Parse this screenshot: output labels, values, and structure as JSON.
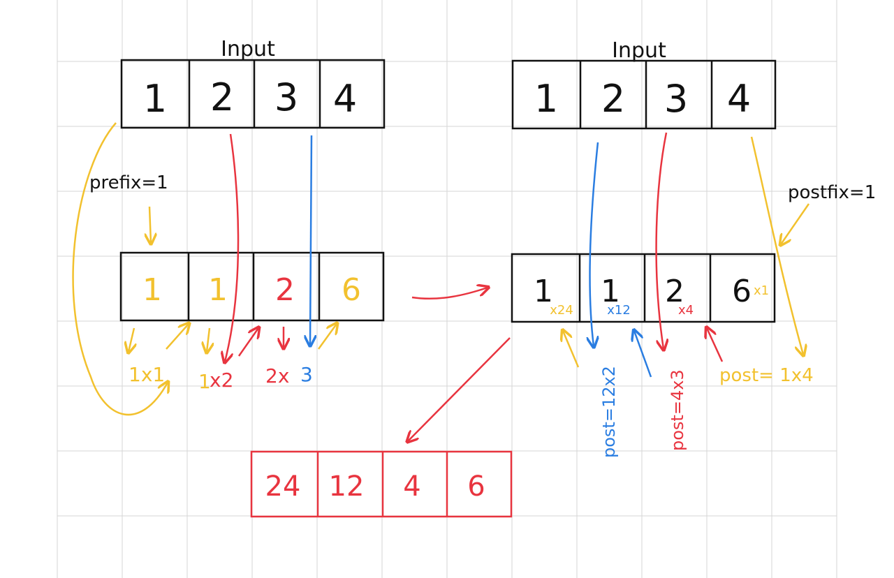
{
  "colors": {
    "ink": "#111111",
    "red": "#e8343f",
    "blue": "#2a7de1",
    "yellow": "#f2c12e",
    "grid": "#d6d6d6"
  },
  "left_input": {
    "label": "Input",
    "cells": [
      "1",
      "2",
      "3",
      "4"
    ]
  },
  "right_input": {
    "label": "Input",
    "cells": [
      "1",
      "2",
      "3",
      "4"
    ]
  },
  "prefix_note": "prefix=1",
  "prefix_array": {
    "cells": [
      "1",
      "1",
      "2",
      "6"
    ]
  },
  "prefix_steps": {
    "s1": "1x1",
    "s2a": "1",
    "s2b": "x2",
    "s3a": "2x",
    "s3b": "3"
  },
  "postfix_note": "postfix=1",
  "postfix_array": {
    "values": [
      "1",
      "1",
      "2",
      "6"
    ],
    "multipliers": [
      "x24",
      "x12",
      "x4",
      "x1"
    ]
  },
  "postfix_steps": {
    "p1": "post=12x2",
    "p2": "post=4x3",
    "p3": "post= 1x4"
  },
  "result": {
    "cells": [
      "24",
      "12",
      "4",
      "6"
    ]
  }
}
